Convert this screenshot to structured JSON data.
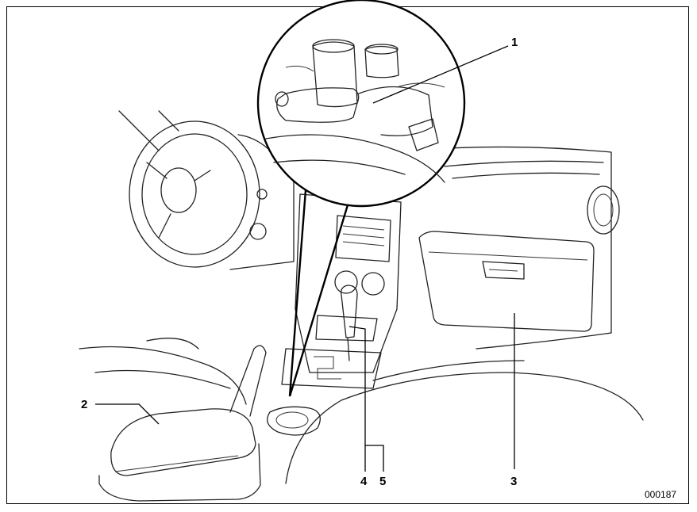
{
  "figure": {
    "id": "000187",
    "callouts": [
      {
        "id": "1",
        "label": "1",
        "target": "cup-holder-front"
      },
      {
        "id": "2",
        "label": "2",
        "target": "center-console-box"
      },
      {
        "id": "3",
        "label": "3",
        "target": "glove-box"
      },
      {
        "id": "4",
        "label": "4",
        "target": "console-tray"
      },
      {
        "id": "5",
        "label": "5",
        "target": "rear-cup-holder"
      }
    ]
  }
}
